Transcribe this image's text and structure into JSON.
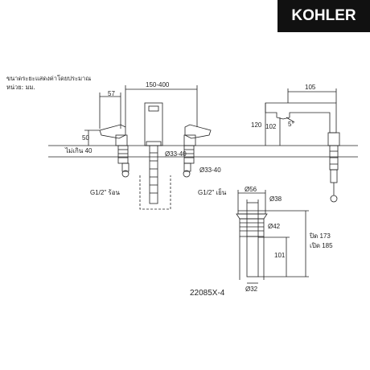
{
  "brand": {
    "logo_text": "KOHLER"
  },
  "notes": {
    "line1": "ขนาดระยะแสดงค่าโดยประมาณ",
    "line2": "หน่วย: มม."
  },
  "dimensions": {
    "d57": "57",
    "d150_400": "150-400",
    "d105": "105",
    "d50": "50",
    "d120": "120",
    "d102": "102",
    "d5deg": "5°",
    "max40": "ไม่เกิน 40",
    "dia33_40_a": "Ø33-40",
    "dia33_40_b": "Ø33-40",
    "g_hot": "G1/2\" ร้อน",
    "g_cold": "G1/2\" เย็น",
    "dia56": "Ø56",
    "dia38": "Ø38",
    "dia42": "Ø42",
    "d101": "101",
    "dia32": "Ø32",
    "closed173": "ปิด 173",
    "open185": "เปิด 185"
  },
  "model": {
    "code": "22085X-4"
  },
  "colors": {
    "line": "#222222",
    "logo_bg": "#111111",
    "logo_text": "#ffffff"
  }
}
